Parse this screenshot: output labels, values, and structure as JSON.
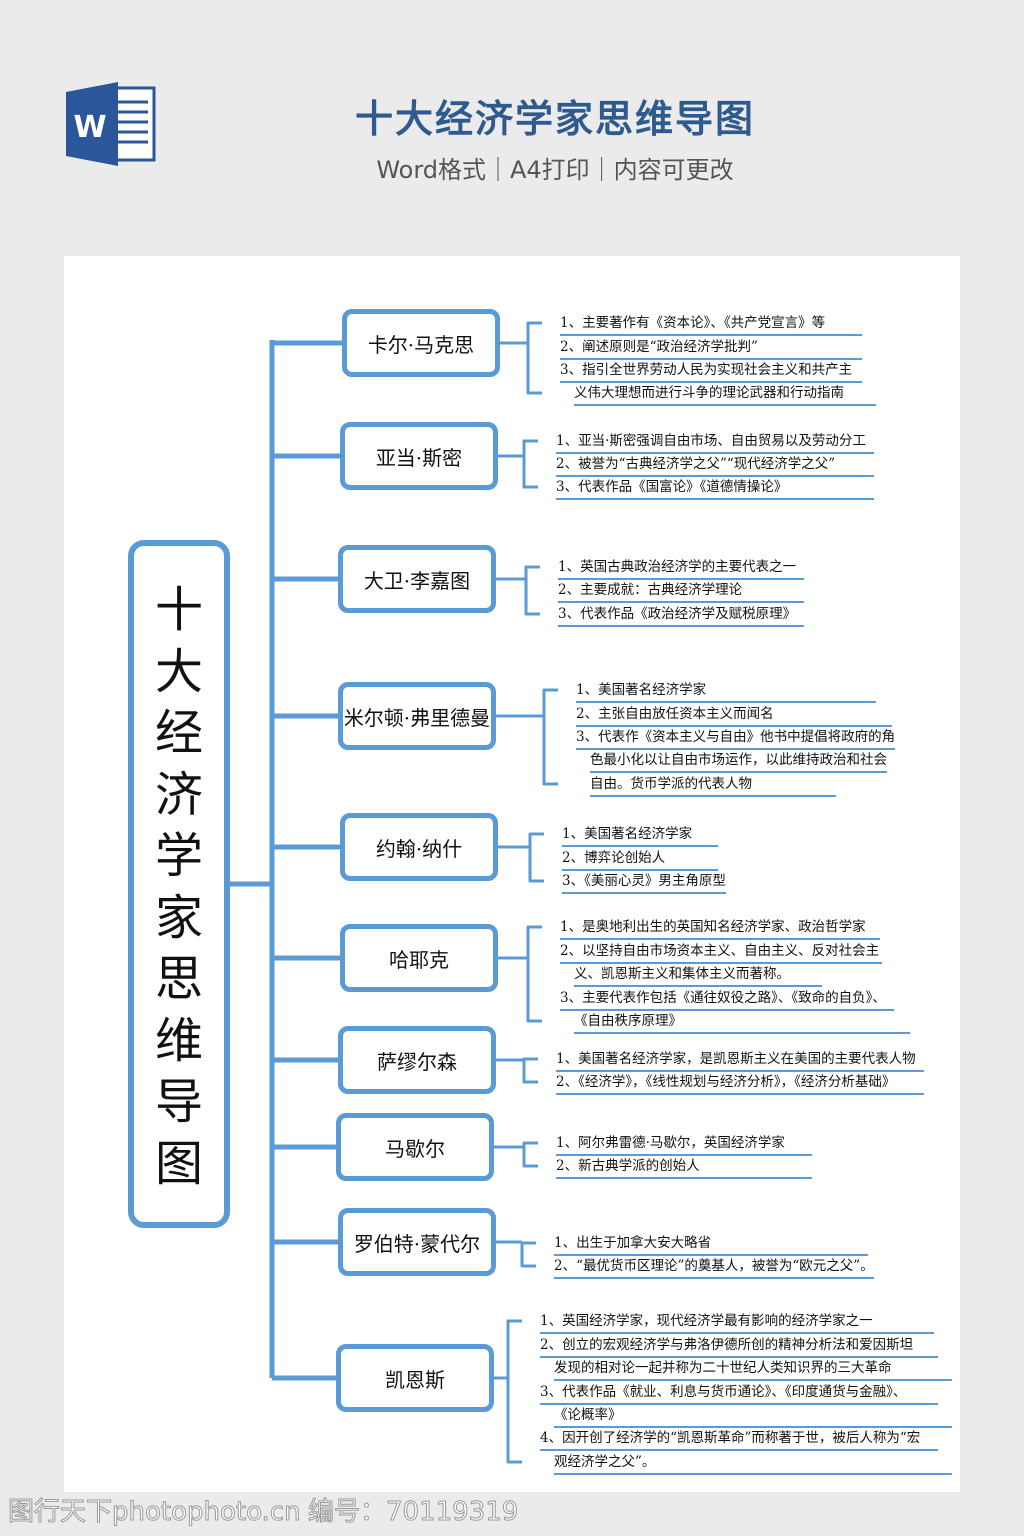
{
  "header": {
    "title": "十大经济学家思维导图",
    "subtitle": "Word格式｜A4打印｜内容可更改",
    "app_icon": "word-icon",
    "app_icon_letter": "W",
    "accent": "#2e5a8e"
  },
  "mindmap": {
    "root": "十大经济学家思维导图",
    "line_color": "#5b9bd5",
    "branches": [
      {
        "name": "卡尔·马克思",
        "notes": [
          "1、主要著作有《资本论》、《共产党宣言》等",
          "2、阐述原则是“政治经济学批判”",
          "3、指引全世界劳动人民为实现社会主义和共产主",
          "义伟大理想而进行斗争的理论武器和行动指南"
        ]
      },
      {
        "name": "亚当·斯密",
        "notes": [
          "1、亚当·斯密强调自由市场、自由贸易以及劳动分工",
          "2、被誉为“古典经济学之父”“现代经济学之父”",
          "3、代表作品《国富论》《道德情操论》"
        ]
      },
      {
        "name": "大卫·李嘉图",
        "notes": [
          "1、英国古典政治经济学的主要代表之一",
          "2、主要成就：古典经济学理论",
          "3、代表作品《政治经济学及赋税原理》"
        ]
      },
      {
        "name": "米尔顿·弗里德曼",
        "notes": [
          "1、美国著名经济学家",
          "2、主张自由放任资本主义而闻名",
          "3、代表作《资本主义与自由》他书中提倡将政府的角",
          "色最小化以让自由市场运作，以此维持政治和社会",
          "自由。货币学派的代表人物"
        ]
      },
      {
        "name": "约翰·纳什",
        "notes": [
          "1、美国著名经济学家",
          "2、博弈论创始人",
          "3、《美丽心灵》男主角原型"
        ]
      },
      {
        "name": "哈耶克",
        "notes": [
          "1、是奥地利出生的英国知名经济学家、政治哲学家",
          "2、以坚持自由市场资本主义、自由主义、反对社会主",
          "义、凯恩斯主义和集体主义而著称。",
          "3、主要代表作包括《通往奴役之路》、《致命的自负》、",
          "《自由秩序原理》"
        ]
      },
      {
        "name": "萨缪尔森",
        "notes": [
          "1、美国著名经济学家，是凯恩斯主义在美国的主要代表人物",
          "2、《经济学》，《线性规划与经济分析》，《经济分析基础》"
        ]
      },
      {
        "name": "马歇尔",
        "notes": [
          "1、阿尔弗雷德·马歇尔，英国经济学家",
          "2、新古典学派的创始人"
        ]
      },
      {
        "name": "罗伯特·蒙代尔",
        "notes": [
          "1、出生于加拿大安大略省",
          "2、“最优货币区理论”的奠基人，被誉为“欧元之父”。"
        ]
      },
      {
        "name": "凯恩斯",
        "notes": [
          "1、英国经济学家，现代经济学最有影响的经济学家之一",
          "2、创立的宏观经济学与弗洛伊德所创的精神分析法和爱因斯坦",
          "发现的相对论一起并称为二十世纪人类知识界的三大革命",
          "3、代表作品《就业、利息与货币通论》、《印度通货与金融》、",
          "《论概率》",
          "4、因开创了经济学的“凯恩斯革命”而称著于世，被后人称为“宏",
          "观经济学之父”。"
        ]
      }
    ]
  },
  "watermark": {
    "brand": "图行天下photophoto.cn",
    "id_text": "编号：70119319"
  }
}
